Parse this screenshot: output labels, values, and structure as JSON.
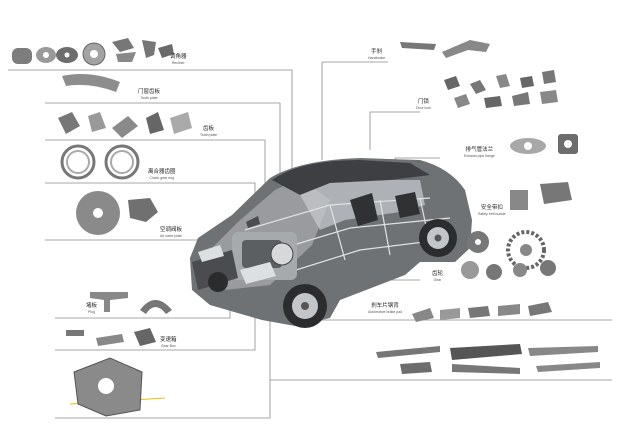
{
  "colors": {
    "line": "#8a8a8a",
    "metal": "#8c8c8c",
    "metal_dark": "#4d4d4d",
    "car_body": "#6f7275",
    "car_light": "#b9bcbf",
    "background": "#ffffff",
    "highlight_line": "#e8c400"
  },
  "labels": {
    "washer": {
      "zh": "调角器",
      "en": "Recliner"
    },
    "tooth_plate_top": {
      "zh": "门窗齿板",
      "en": "Tooth plate"
    },
    "tooth_plate": {
      "zh": "齿板",
      "en": "Tooth plate"
    },
    "clutch_gear_ring": {
      "zh": "离合器齿圈",
      "en": "Clutch gear ring"
    },
    "air_valve_plate": {
      "zh": "空调阀板",
      "en": "Air valve plate"
    },
    "plug": {
      "zh": "堵板",
      "en": "Plug"
    },
    "gear_box": {
      "zh": "变速箱",
      "en": "Gear Box"
    },
    "handbrake": {
      "zh": "手刹",
      "en": "Handbrake"
    },
    "door_lock": {
      "zh": "门锁",
      "en": "Door lock"
    },
    "exhaust_pipe_flange": {
      "zh": "排气管法兰",
      "en": "Exhaust pipe flange"
    },
    "safety_belt": {
      "zh": "安全带扣",
      "en": "Safety belt buckle"
    },
    "gear": {
      "zh": "齿轮",
      "en": "Gear"
    },
    "brake_pad": {
      "zh": "刹车片钢背",
      "en": "Automotive brake pad"
    }
  }
}
